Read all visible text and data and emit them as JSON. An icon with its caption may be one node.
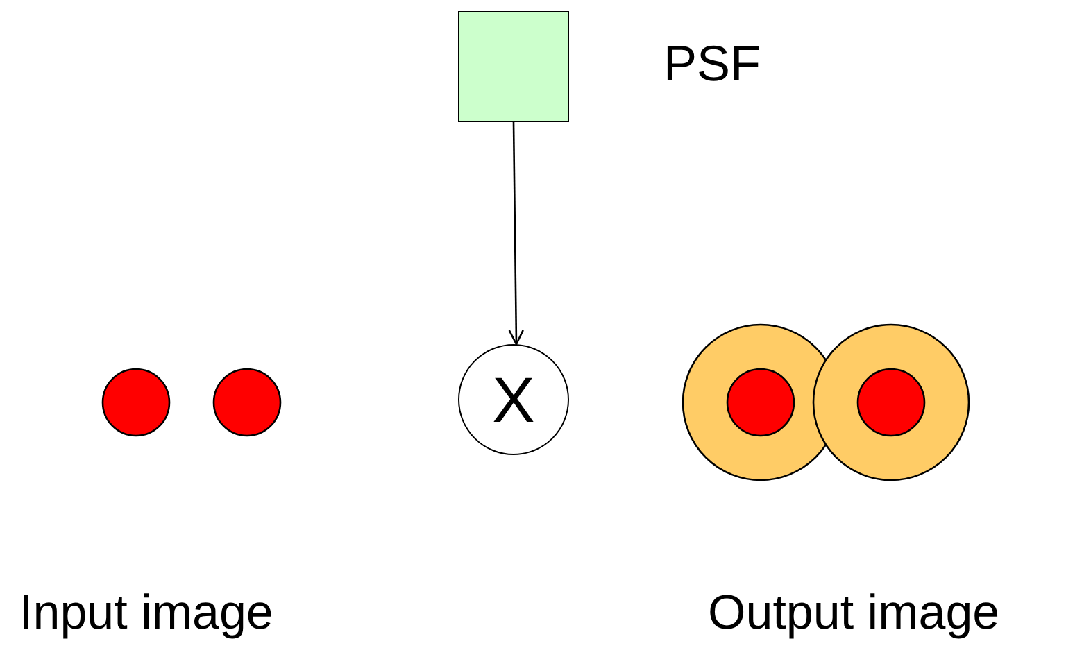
{
  "diagram": {
    "nodes": [
      {
        "text": [],
        "shape": "box",
        "beside": [
          "PSF"
        ]
      },
      {
        "text": [
          "X"
        ]
      }
    ],
    "edges": [
      {
        "from": 0,
        "to": 1,
        "arrow": "to"
      }
    ],
    "labels": [
      "Input image",
      "Output image"
    ]
  }
}
